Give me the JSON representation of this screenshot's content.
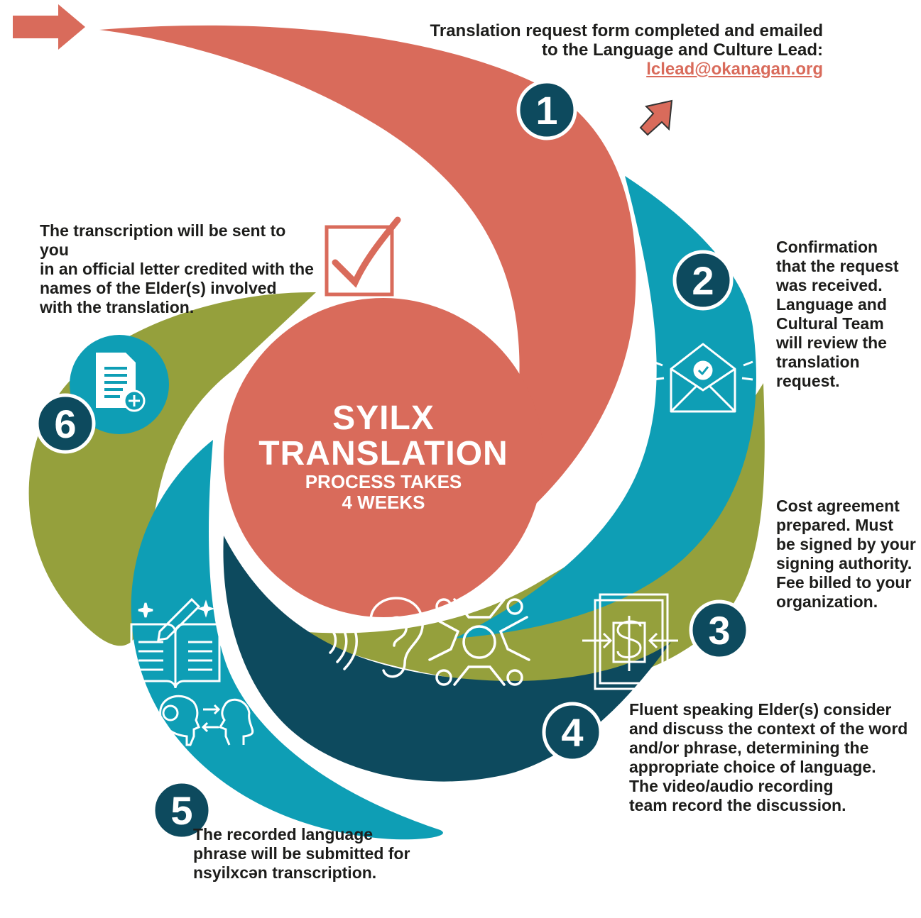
{
  "colors": {
    "coral": "#d96b5b",
    "teal": "#0e9eb5",
    "olive": "#95a03c",
    "navy": "#0d4a5e",
    "badge": "#0d4a5e",
    "text": "#1d1d1b"
  },
  "center": {
    "line1": "SYILX",
    "line2": "TRANSLATION",
    "line3": "PROCESS TAKES",
    "line4": "4 WEEKS"
  },
  "steps": [
    {
      "number": "1",
      "lines": [
        "Translation request form completed and emailed",
        "to the Language and Culture Lead:"
      ],
      "email": "lclead@okanagan.org",
      "icon": "cursor-arrow-icon"
    },
    {
      "number": "2",
      "lines": [
        "Confirmation",
        "that the request",
        "was received.",
        "Language and",
        "Cultural Team",
        "will review the",
        "translation",
        "request."
      ],
      "icon": "envelope-check-icon"
    },
    {
      "number": "3",
      "lines": [
        "Cost agreement",
        "prepared. Must",
        "be signed by your",
        "signing authority.",
        "Fee billed to your",
        "organization."
      ],
      "icon": "dollar-document-icon"
    },
    {
      "number": "4",
      "lines": [
        "Fluent speaking Elder(s) consider",
        "and discuss the context of the word",
        "and/or phrase, determining the",
        "appropriate choice of language.",
        "The video/audio recording",
        "team record the discussion."
      ],
      "icon": "listening-ear-icon"
    },
    {
      "number": "5",
      "lines": [
        "The recorded language",
        "phrase will be submitted for",
        "nsyilxcən transcription."
      ],
      "icon": "book-pencil-icon"
    },
    {
      "number": "6",
      "lines": [
        "The transcription will be sent to you",
        "in an official letter credited with the",
        "names of the Elder(s) involved",
        "with the translation."
      ],
      "icon": "document-add-icon"
    }
  ]
}
